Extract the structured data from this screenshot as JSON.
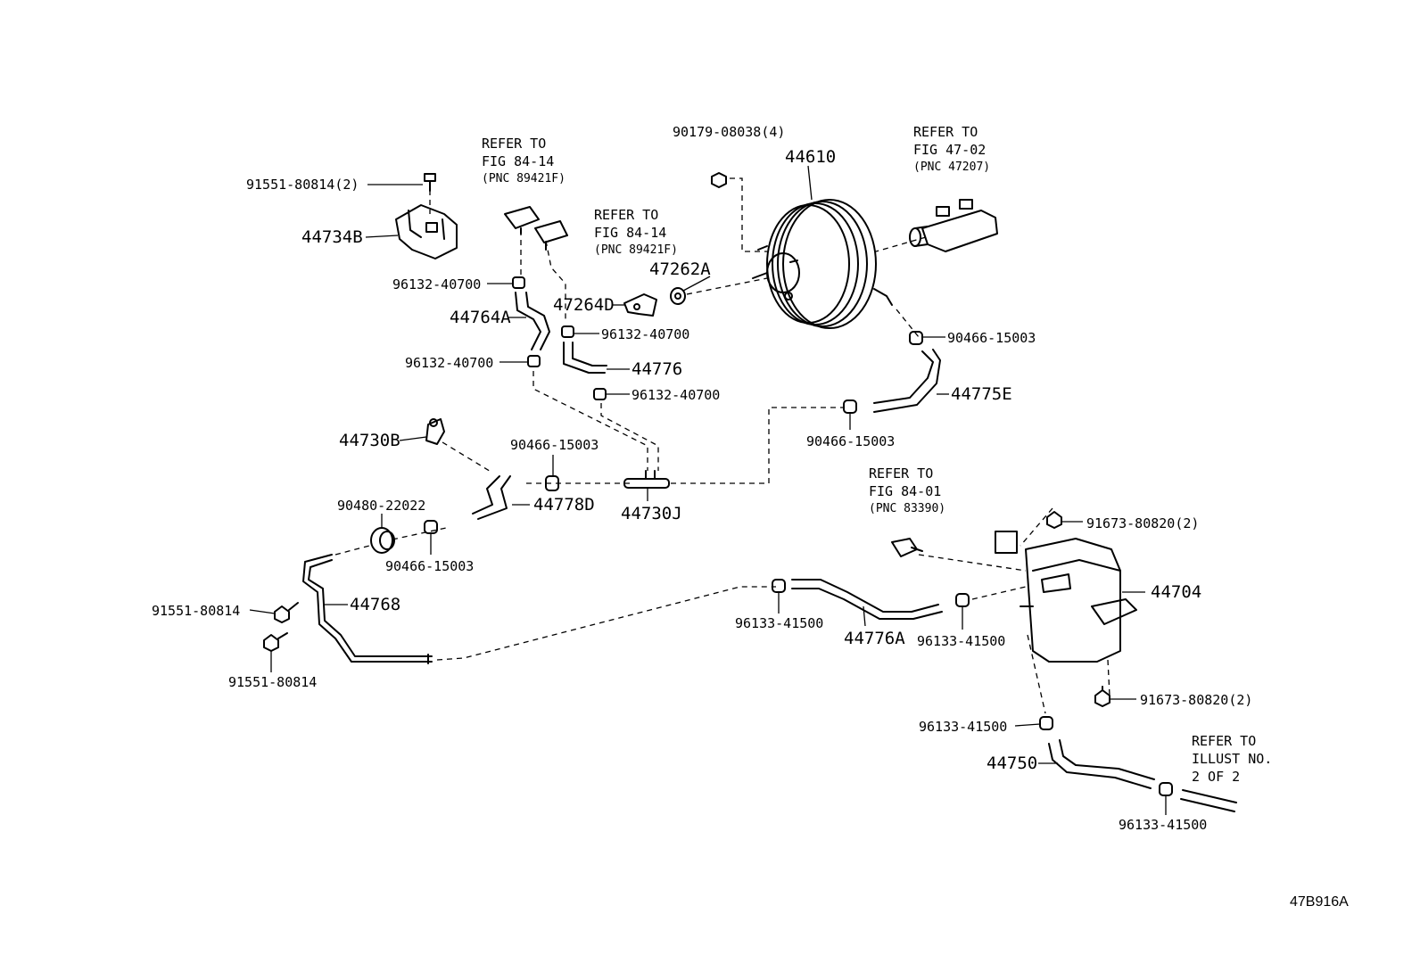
{
  "labels": {
    "p91551_80814_2": "91551-80814(2)",
    "p44734B": "44734B",
    "p96132_40700_a": "96132-40700",
    "p44764A": "44764A",
    "p96132_40700_b": "96132-40700",
    "p47264D": "47264D",
    "p96132_40700_c": "96132-40700",
    "p44776": "44776",
    "p96132_40700_d": "96132-40700",
    "p47262A": "47262A",
    "p90179_08038_4": "90179-08038(4)",
    "p44610": "44610",
    "p90466_15003_a": "90466-15003",
    "p44775E": "44775E",
    "p90466_15003_b": "90466-15003",
    "p44730B": "44730B",
    "p90466_15003_c": "90466-15003",
    "p44778D": "44778D",
    "p44730J": "44730J",
    "p90480_22022": "90480-22022",
    "p90466_15003_d": "90466-15003",
    "p91551_80814_a": "91551-80814",
    "p44768": "44768",
    "p91551_80814_b": "91551-80814",
    "p96133_41500_a": "96133-41500",
    "p44776A": "44776A",
    "p96133_41500_b": "96133-41500",
    "p44704": "44704",
    "p91673_80820_2a": "91673-80820(2)",
    "p91673_80820_2b": "91673-80820(2)",
    "p96133_41500_c": "96133-41500",
    "p44750": "44750",
    "p96133_41500_d": "96133-41500"
  },
  "references": {
    "fig84_14_a": [
      "REFER TO",
      "FIG 84-14",
      "(PNC 89421F)"
    ],
    "fig84_14_b": [
      "REFER TO",
      "FIG 84-14",
      "(PNC 89421F)"
    ],
    "fig47_02": [
      "REFER TO",
      "FIG 47-02",
      "(PNC 47207)"
    ],
    "fig84_01": [
      "REFER TO",
      "FIG 84-01",
      "(PNC 83390)"
    ],
    "illust2": [
      "REFER TO",
      "ILLUST NO.",
      "2 OF 2"
    ]
  },
  "diagram_code": "47B916A"
}
